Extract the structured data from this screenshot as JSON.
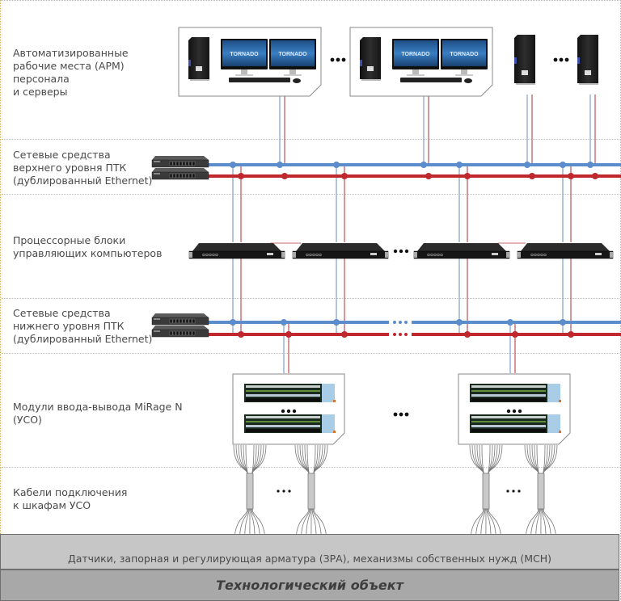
{
  "levels": [
    {
      "id": "workstations",
      "label": "Автоматизированные\nрабочие места (АРМ)\nперсонала\nи серверы"
    },
    {
      "id": "upper-network",
      "label": "Сетевые средства\nверхнего уровня ПТК\n(дублированный Ethernet)"
    },
    {
      "id": "processors",
      "label": "Процессорные блоки\nуправляющих компьютеров"
    },
    {
      "id": "lower-network",
      "label": "Сетевые средства\nнижнего уровня ПТК\n(дублированный Ethernet)"
    },
    {
      "id": "io-modules",
      "label": "Модули ввода-вывода MiRage N\n(УСО)"
    },
    {
      "id": "cables",
      "label": "Кабели подключения\nк шкафам УСО"
    }
  ],
  "field_devices": "Датчики, запорная и регулирующая арматура (ЗРА), механизмы собственных нужд (МСН)",
  "technological_object": "Технологический объект",
  "monitor_brand": "TORNADO",
  "ellipsis": "•••",
  "colors": {
    "network_primary": "#5b8ccc",
    "network_redundant": "#c0282e",
    "field_band": "#c6c6c6",
    "object_band": "#a8a8a8",
    "separator": "#e2b870",
    "text": "#4a4a4a"
  }
}
